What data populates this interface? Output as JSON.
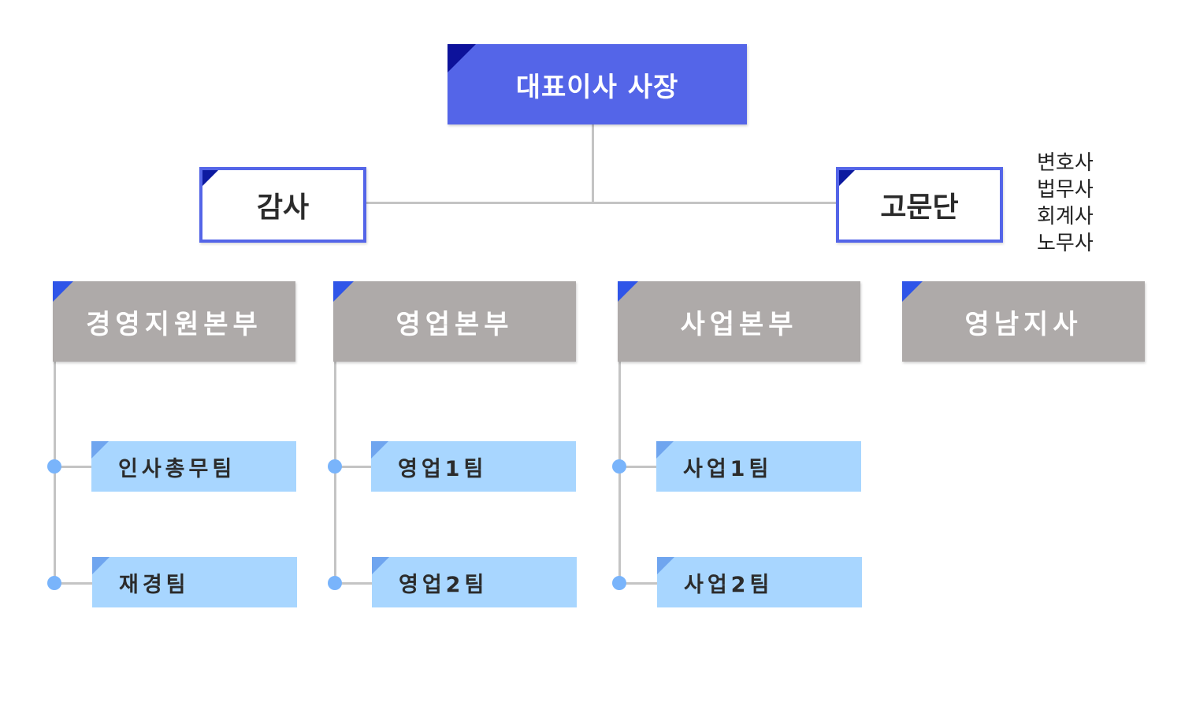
{
  "ceo": {
    "label": "대표이사 사장"
  },
  "audit": {
    "label": "감사"
  },
  "advisory": {
    "label": "고문단",
    "members": [
      "변호사",
      "법무사",
      "회계사",
      "노무사"
    ]
  },
  "divisions": [
    {
      "label": "경영지원본부",
      "teams": [
        "인사총무팀",
        "재경팀"
      ]
    },
    {
      "label": "영업본부",
      "teams": [
        "영업1팀",
        "영업2팀"
      ]
    },
    {
      "label": "사업본부",
      "teams": [
        "사업1팀",
        "사업2팀"
      ]
    },
    {
      "label": "영남지사",
      "teams": []
    }
  ],
  "colors": {
    "ceo": "#5465e8",
    "division": "#aeaaa9",
    "team": "#a8d6ff",
    "connector": "#c4c4c4",
    "dot": "#79b4fb"
  }
}
